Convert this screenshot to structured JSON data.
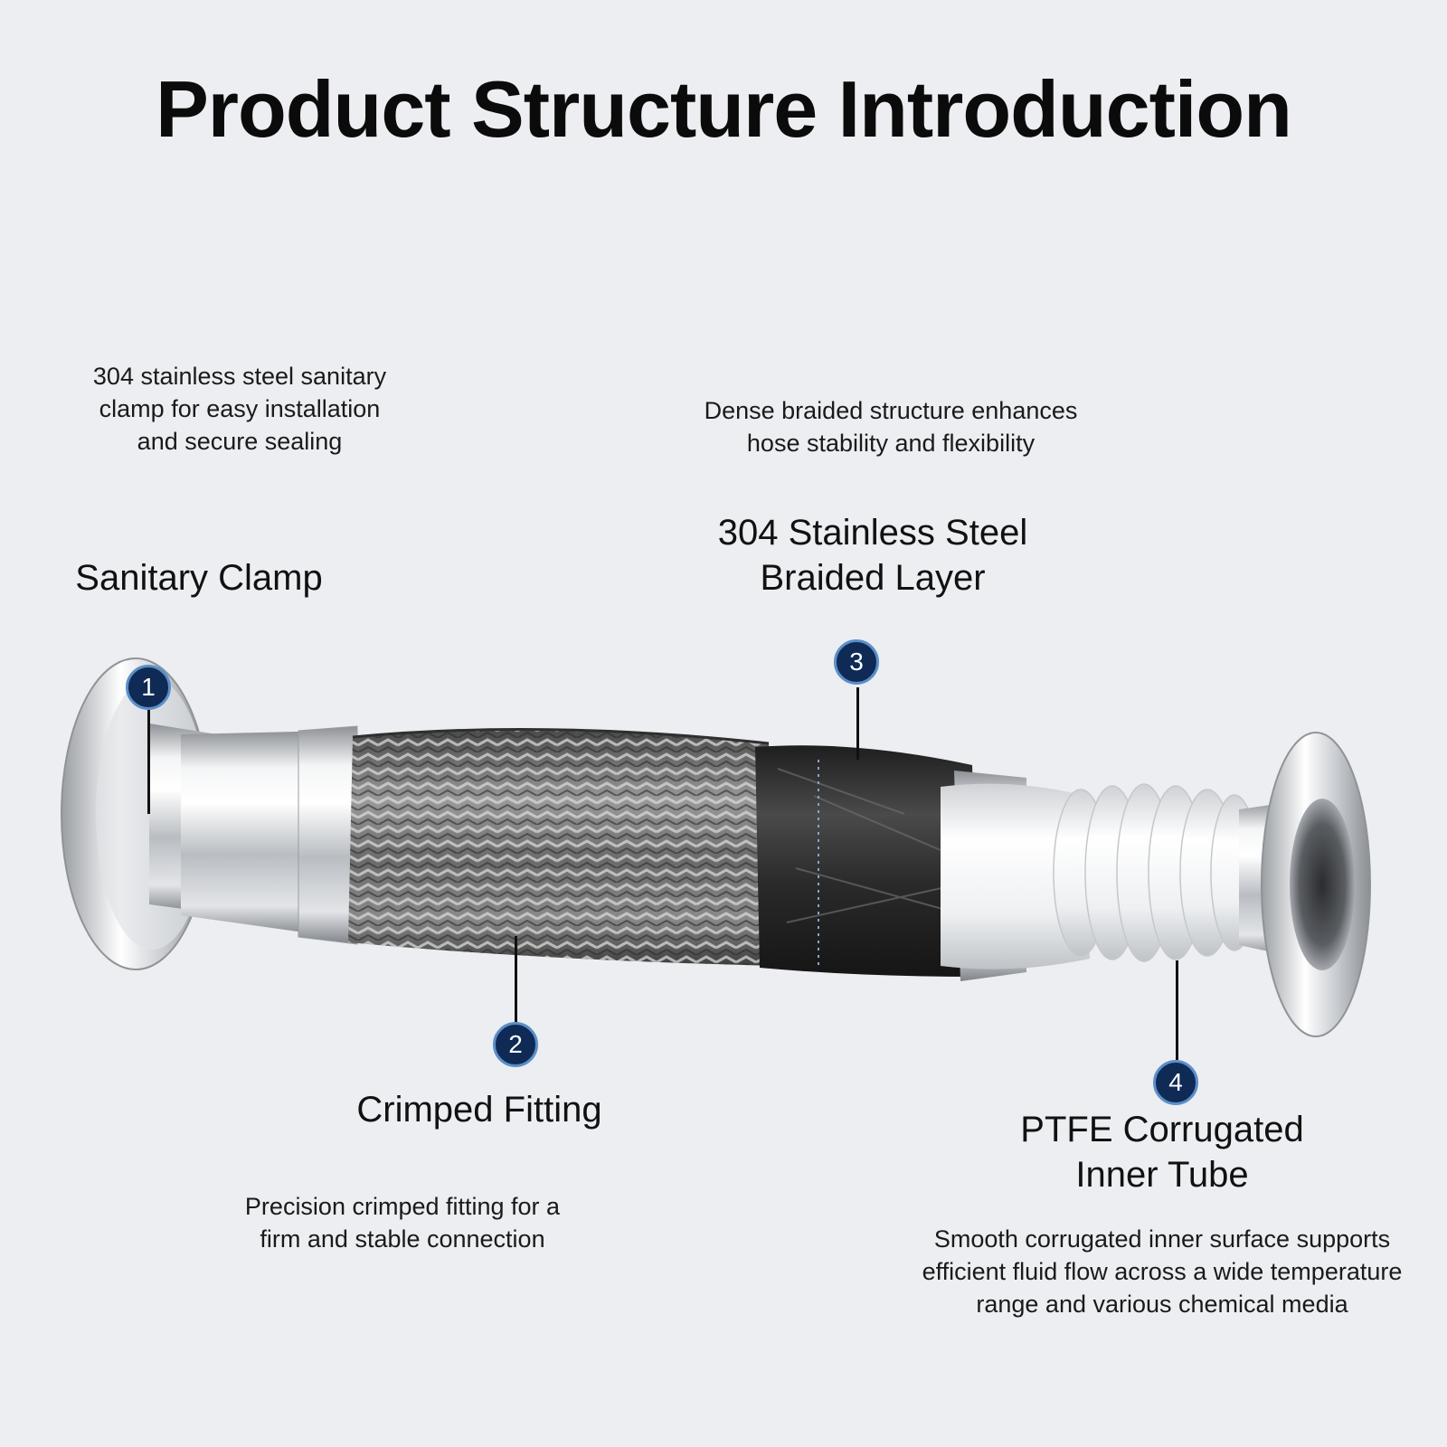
{
  "title": "Product Structure Introduction",
  "components": [
    {
      "number": "1",
      "heading": [
        "Sanitary Clamp"
      ],
      "description": [
        "304 stainless steel sanitary",
        "clamp for easy installation",
        "and secure sealing"
      ]
    },
    {
      "number": "2",
      "heading": [
        "Crimped Fitting"
      ],
      "description": [
        "Precision crimped fitting for a",
        "firm and stable connection"
      ]
    },
    {
      "number": "3",
      "heading": [
        "304 Stainless Steel",
        "Braided Layer"
      ],
      "description": [
        "Dense braided structure enhances",
        "hose stability and flexibility"
      ]
    },
    {
      "number": "4",
      "heading": [
        "PTFE Corrugated",
        "Inner Tube"
      ],
      "description": [
        "Smooth corrugated inner surface supports",
        "efficient fluid flow across a wide temperature",
        "range and various chemical media"
      ]
    }
  ],
  "colors": {
    "background": "#ECEEF1",
    "marker_fill": "#0E2A55",
    "marker_ring": "#5B8FC7",
    "steel": "#C9CCD0",
    "braid": "#6E6E6E",
    "black_wrap": "#2A2A2A",
    "ptfe": "#F4F5F6"
  }
}
